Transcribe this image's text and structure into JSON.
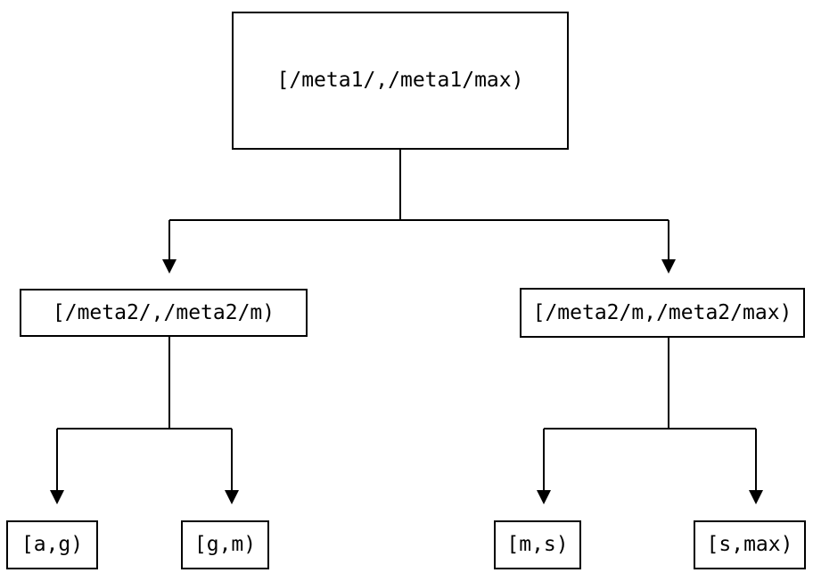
{
  "diagram": {
    "type": "tree",
    "colors": {
      "background": "#ffffff",
      "foreground": "#000000"
    },
    "nodes": {
      "root": {
        "label": "[/meta1/,/meta1/max)"
      },
      "mid_left": {
        "label": "[/meta2/,/meta2/m)"
      },
      "mid_right": {
        "label": "[/meta2/m,/meta2/max)"
      },
      "leaf_ag": {
        "label": "[a,g)"
      },
      "leaf_gm": {
        "label": "[g,m)"
      },
      "leaf_ms": {
        "label": "[m,s)"
      },
      "leaf_smax": {
        "label": "[s,max)"
      }
    },
    "edges": [
      {
        "from": "root",
        "to": "mid_left"
      },
      {
        "from": "root",
        "to": "mid_right"
      },
      {
        "from": "mid_left",
        "to": "leaf_ag"
      },
      {
        "from": "mid_left",
        "to": "leaf_gm"
      },
      {
        "from": "mid_right",
        "to": "leaf_ms"
      },
      {
        "from": "mid_right",
        "to": "leaf_smax"
      }
    ]
  }
}
